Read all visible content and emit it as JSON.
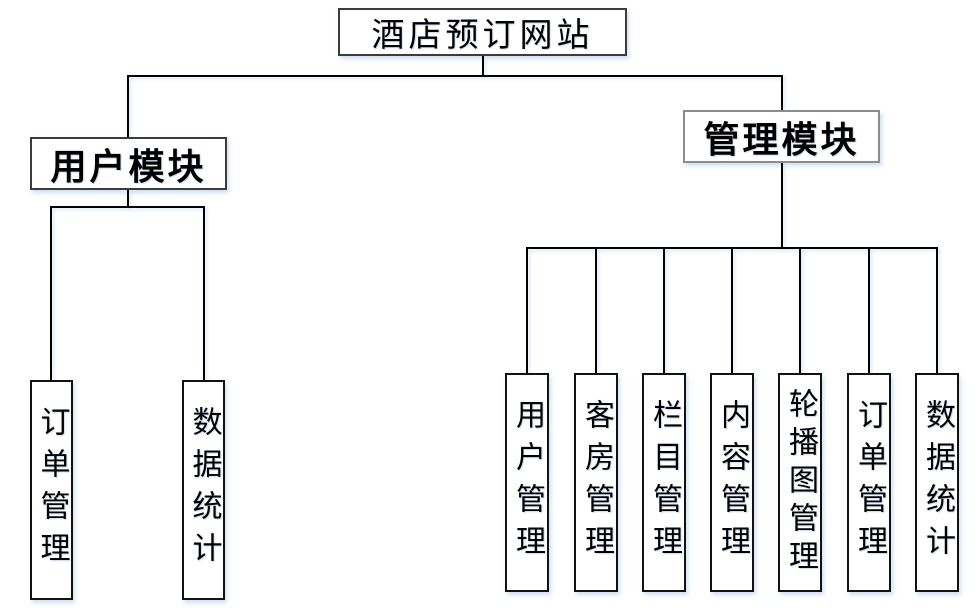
{
  "colors": {
    "background": "#ffffff",
    "line": "#000000",
    "box_fill": "#ffffff",
    "box_border_dark": "#3c3c3c",
    "box_border_gray": "#8c8c8c",
    "text": "#000000"
  },
  "diagram": {
    "root": {
      "label": "酒店预订网站"
    },
    "branches": [
      {
        "label": "用户模块",
        "children": [
          "订单管理",
          "数据统计"
        ]
      },
      {
        "label": "管理模块",
        "children": [
          "用户管理",
          "客房管理",
          "栏目管理",
          "内容管理",
          "轮播图管理",
          "订单管理",
          "数据统计"
        ]
      }
    ]
  }
}
